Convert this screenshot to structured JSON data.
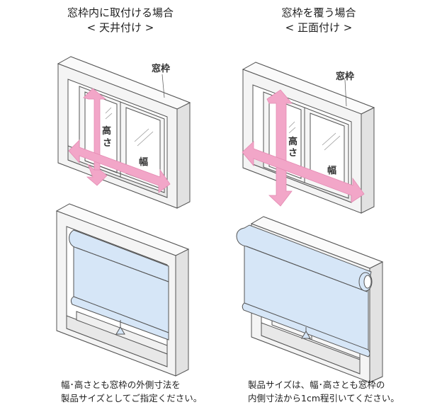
{
  "panels": [
    {
      "id": "inside-mount",
      "title_line1": "窓枠内に取付ける場合",
      "title_line2": "< 天井付け >",
      "frame_label": "窓枠",
      "height_label": "高さ",
      "width_label": "幅",
      "caption_line1": "幅･高さとも窓枠の外側寸法を",
      "caption_line2": "製品サイズとしてご指定ください。"
    },
    {
      "id": "outside-mount",
      "title_line1": "窓枠を覆う場合",
      "title_line2": "< 正面付け >",
      "frame_label": "窓枠",
      "height_label": "高さ",
      "width_label": "幅",
      "caption_line1": "製品サイズは、幅･高さとも窓枠の",
      "caption_line2": "内側寸法から1cm程引いてください。"
    }
  ],
  "colors": {
    "arrow": "#f2a6c8",
    "frame": "#f0f0f0",
    "frame_stroke": "#555555",
    "blind": "#d6e6f7"
  }
}
